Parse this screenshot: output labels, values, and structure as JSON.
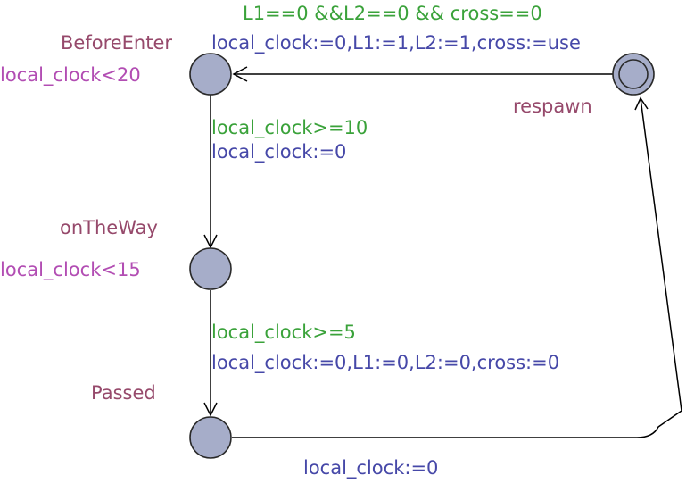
{
  "locations": {
    "before_enter": {
      "name": "BeforeEnter",
      "invariant": "local_clock<20"
    },
    "on_the_way": {
      "name": "onTheWay",
      "invariant": "local_clock<15"
    },
    "passed": {
      "name": "Passed"
    },
    "respawn": {
      "name": "respawn",
      "initial": true
    }
  },
  "transitions": {
    "respawn_to_before_enter": {
      "guard": "L1==0 &&L2==0 && cross==0",
      "update": "local_clock:=0,L1:=1,L2:=1,cross:=use"
    },
    "before_enter_to_on_the_way": {
      "guard": "local_clock>=10",
      "update": "local_clock:=0"
    },
    "on_the_way_to_passed": {
      "guard": "local_clock>=5",
      "update": "local_clock:=0,L1:=0,L2:=0,cross:=0"
    },
    "passed_to_respawn": {
      "update": "local_clock:=0"
    }
  },
  "colors": {
    "location_name": "#96496b",
    "invariant": "#b24db3",
    "guard": "#3aa23a",
    "update": "#4648a8",
    "location_fill": "#a6adc9"
  }
}
